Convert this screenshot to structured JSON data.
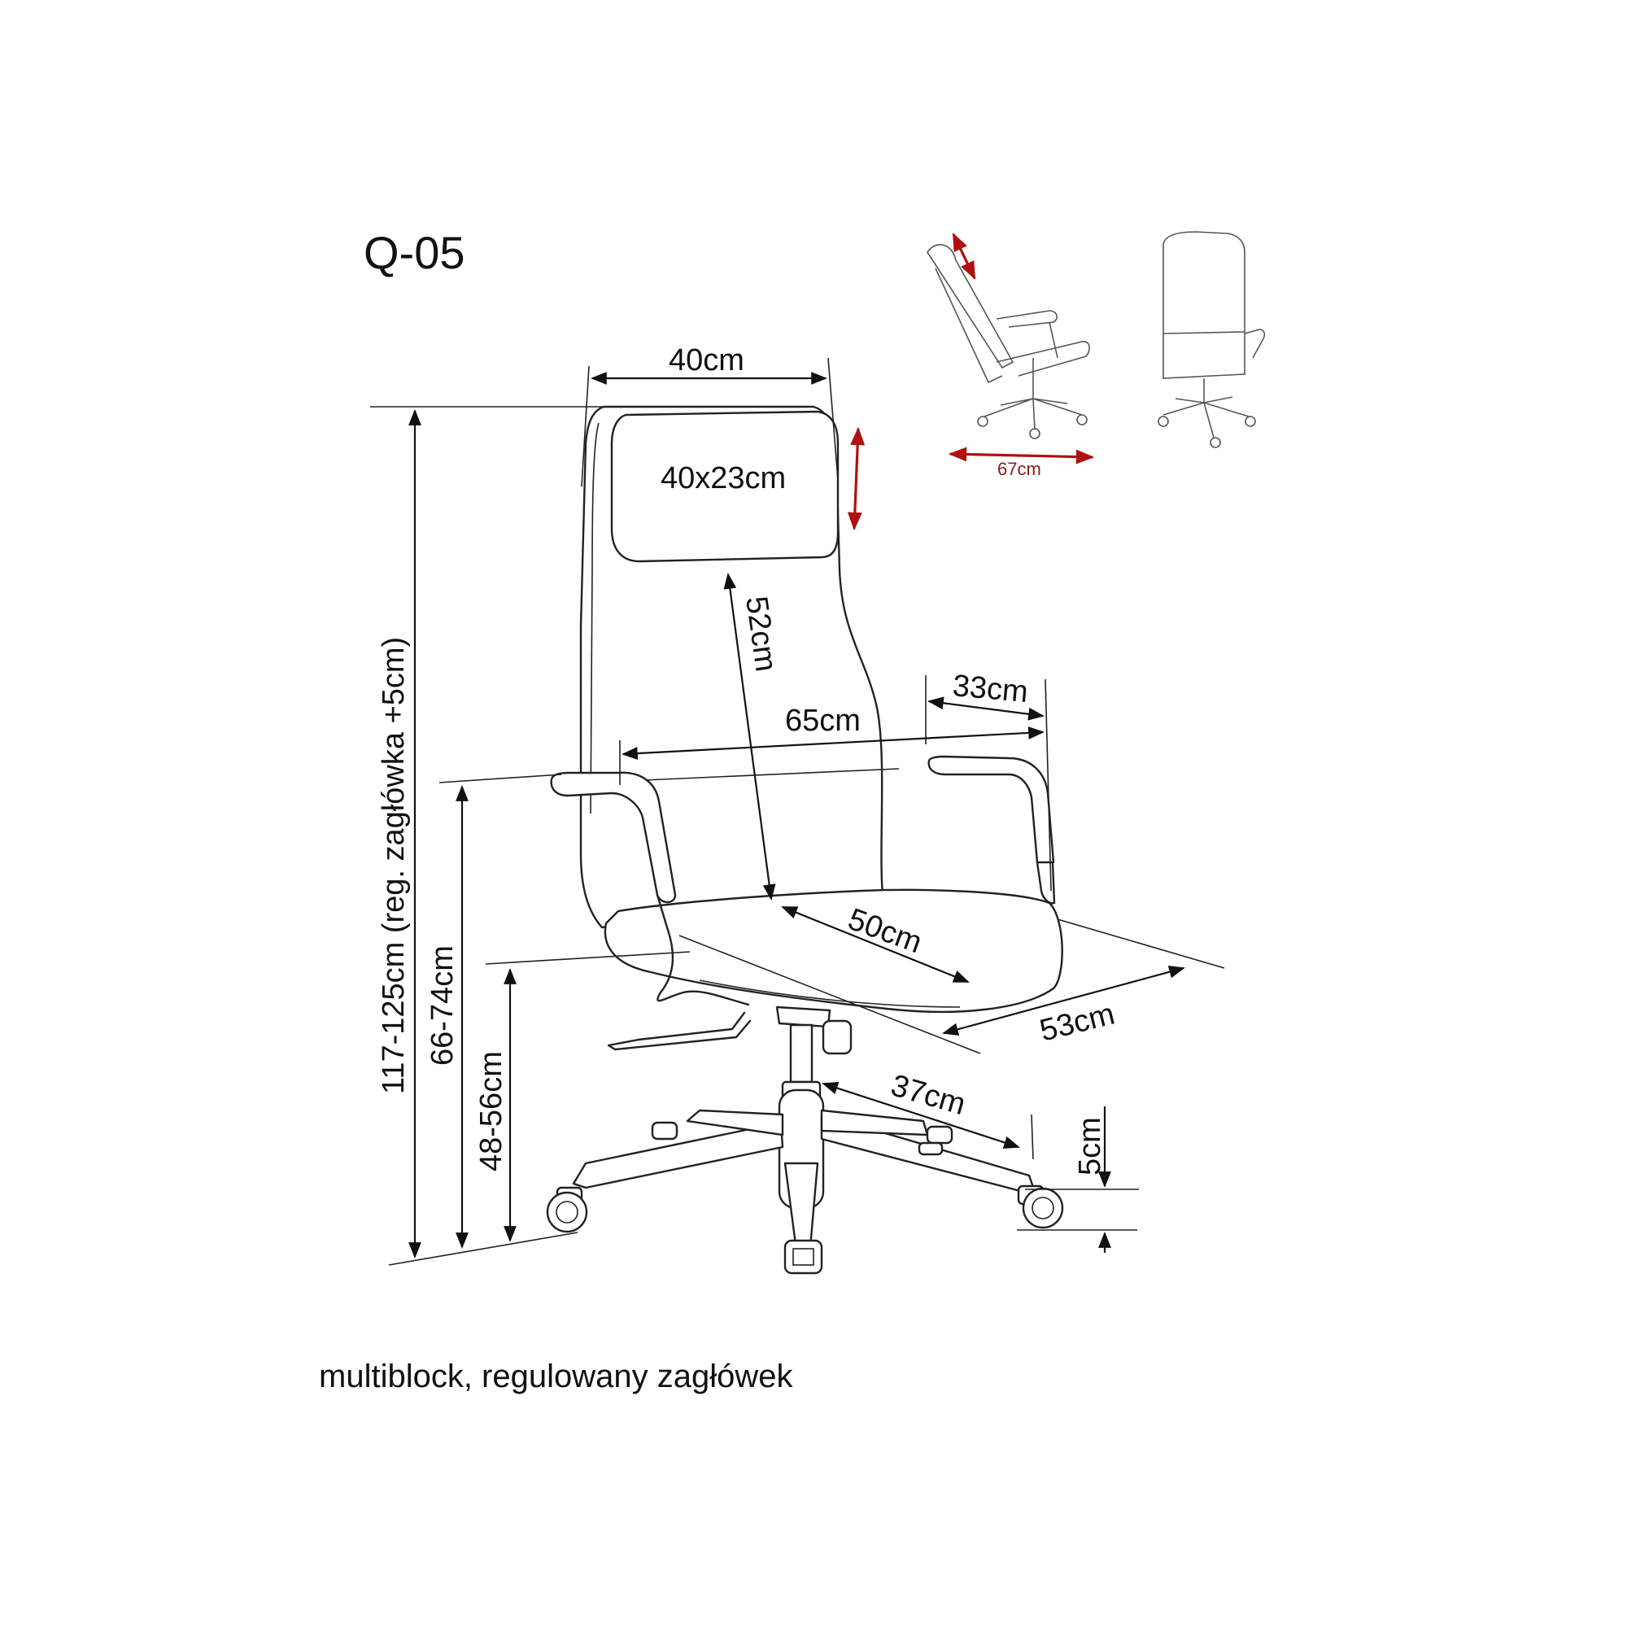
{
  "model": "Q-05",
  "caption": "multiblock, regulowany zagłówek",
  "dimensions": {
    "headrest_width": "40cm",
    "headrest_size": "40x23cm",
    "backrest_height": "52cm",
    "armrest_length": "33cm",
    "overall_width": "65cm",
    "seat_width": "50cm",
    "seat_depth": "53cm",
    "base_radius": "37cm",
    "caster_height": "5cm",
    "total_height": "117-125cm (reg. zagłówka +5cm)",
    "armrest_height": "66-74cm",
    "seat_height": "48-56cm",
    "recline_length": "67cm"
  },
  "colors": {
    "line": "#111111",
    "accent_arrow": "#b01010"
  }
}
